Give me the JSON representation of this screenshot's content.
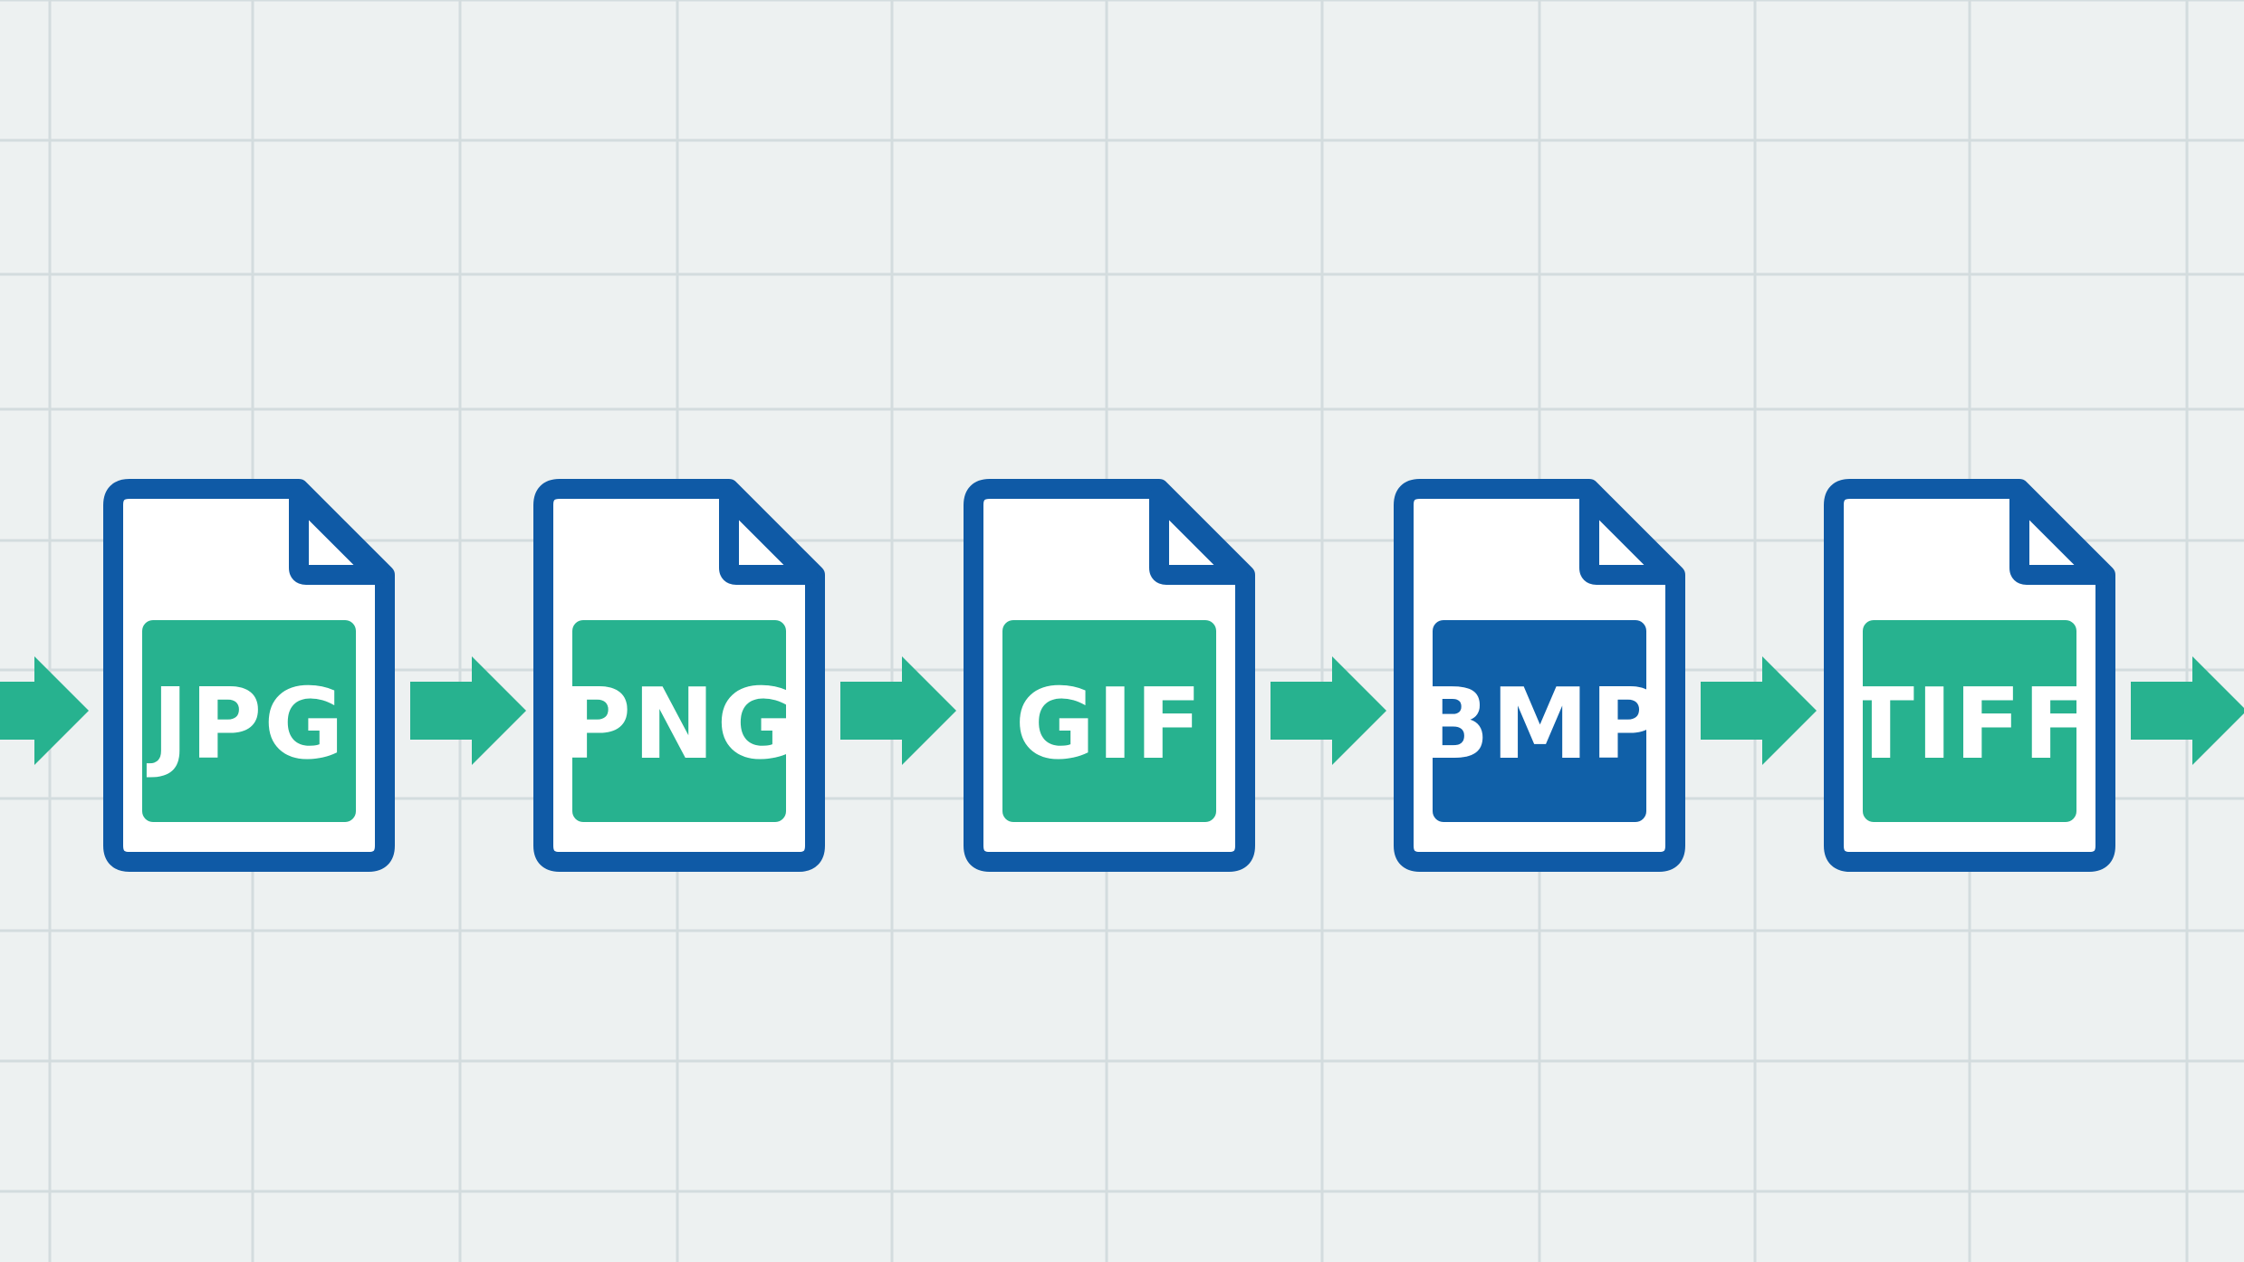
{
  "diagram": {
    "formats": [
      {
        "label": "JPG",
        "badge_color": "#27b28f"
      },
      {
        "label": "PNG",
        "badge_color": "#27b28f"
      },
      {
        "label": "GIF",
        "badge_color": "#27b28f"
      },
      {
        "label": "BMP",
        "badge_color": "#1060a8"
      },
      {
        "label": "TIFF",
        "badge_color": "#27b28f"
      }
    ],
    "colors": {
      "background": "#edf1f1",
      "grid": "#d3dcde",
      "file_outline": "#0f5aa6",
      "arrow": "#27b28f",
      "label_text": "#ffffff"
    },
    "icons": {
      "file": "document-file-icon",
      "arrow": "right-arrow-icon"
    }
  }
}
